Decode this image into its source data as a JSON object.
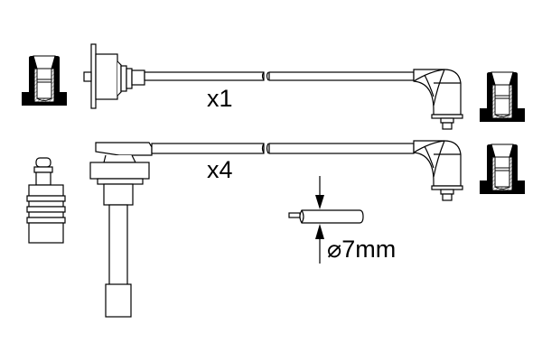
{
  "diagram": {
    "quantity_cable_1": "x1",
    "quantity_cable_4": "x4",
    "diameter_label": "⌀7mm",
    "colors": {
      "line": "#000000",
      "background": "#ffffff",
      "hatch": "#888888"
    }
  }
}
